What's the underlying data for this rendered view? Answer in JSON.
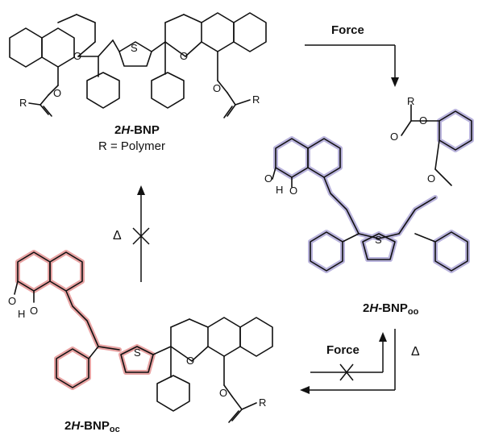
{
  "labels": {
    "top_compound_prefix": "2",
    "top_compound_h": "H",
    "top_compound_suffix": "-BNP",
    "top_r_definition": "R = Polymer",
    "right_compound_prefix": "2",
    "right_compound_h": "H",
    "right_compound_suffix": "-BNP",
    "right_compound_sub": "oo",
    "bottom_compound_prefix": "2",
    "bottom_compound_h": "H",
    "bottom_compound_suffix": "-BNP",
    "bottom_compound_sub": "oc"
  },
  "arrows": {
    "top_force": "Force",
    "bottom_force": "Force",
    "right_delta": "Δ",
    "left_delta": "Δ"
  },
  "atoms": {
    "S": "S",
    "O": "O",
    "R": "R",
    "H": "H"
  },
  "colors": {
    "highlight_red": "#e8a3a3",
    "highlight_blue": "#b9b3dc"
  }
}
